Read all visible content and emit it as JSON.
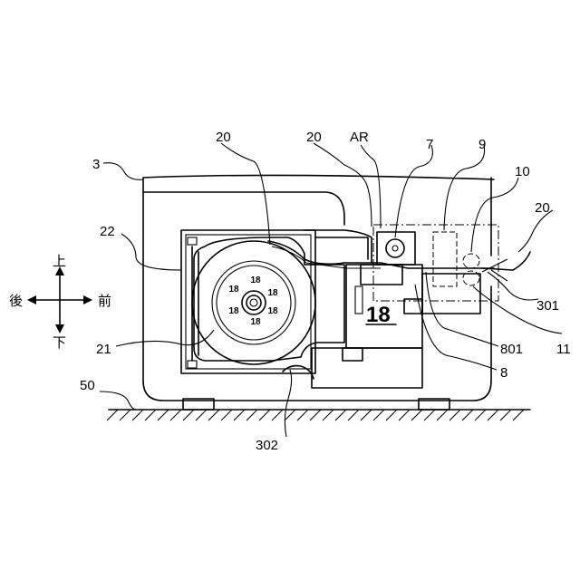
{
  "directions": {
    "up": "上",
    "down": "下",
    "back": "後",
    "front": "前"
  },
  "labels": {
    "housing": "3",
    "tape_top_left": "20",
    "tape_top_mid": "20",
    "region": "AR",
    "roller": "7",
    "sensor": "9",
    "cutter": "10",
    "tape_right": "20",
    "cassette_case": "22",
    "tape_roll": "21",
    "surface": "50",
    "exit_guide": "301",
    "bottom_guide": "302",
    "print_head_part": "801",
    "exit_port": "11",
    "print_head": "8"
  },
  "reel_marks": [
    "18",
    "18",
    "18",
    "18",
    "18",
    "18"
  ],
  "head_mark": "18"
}
